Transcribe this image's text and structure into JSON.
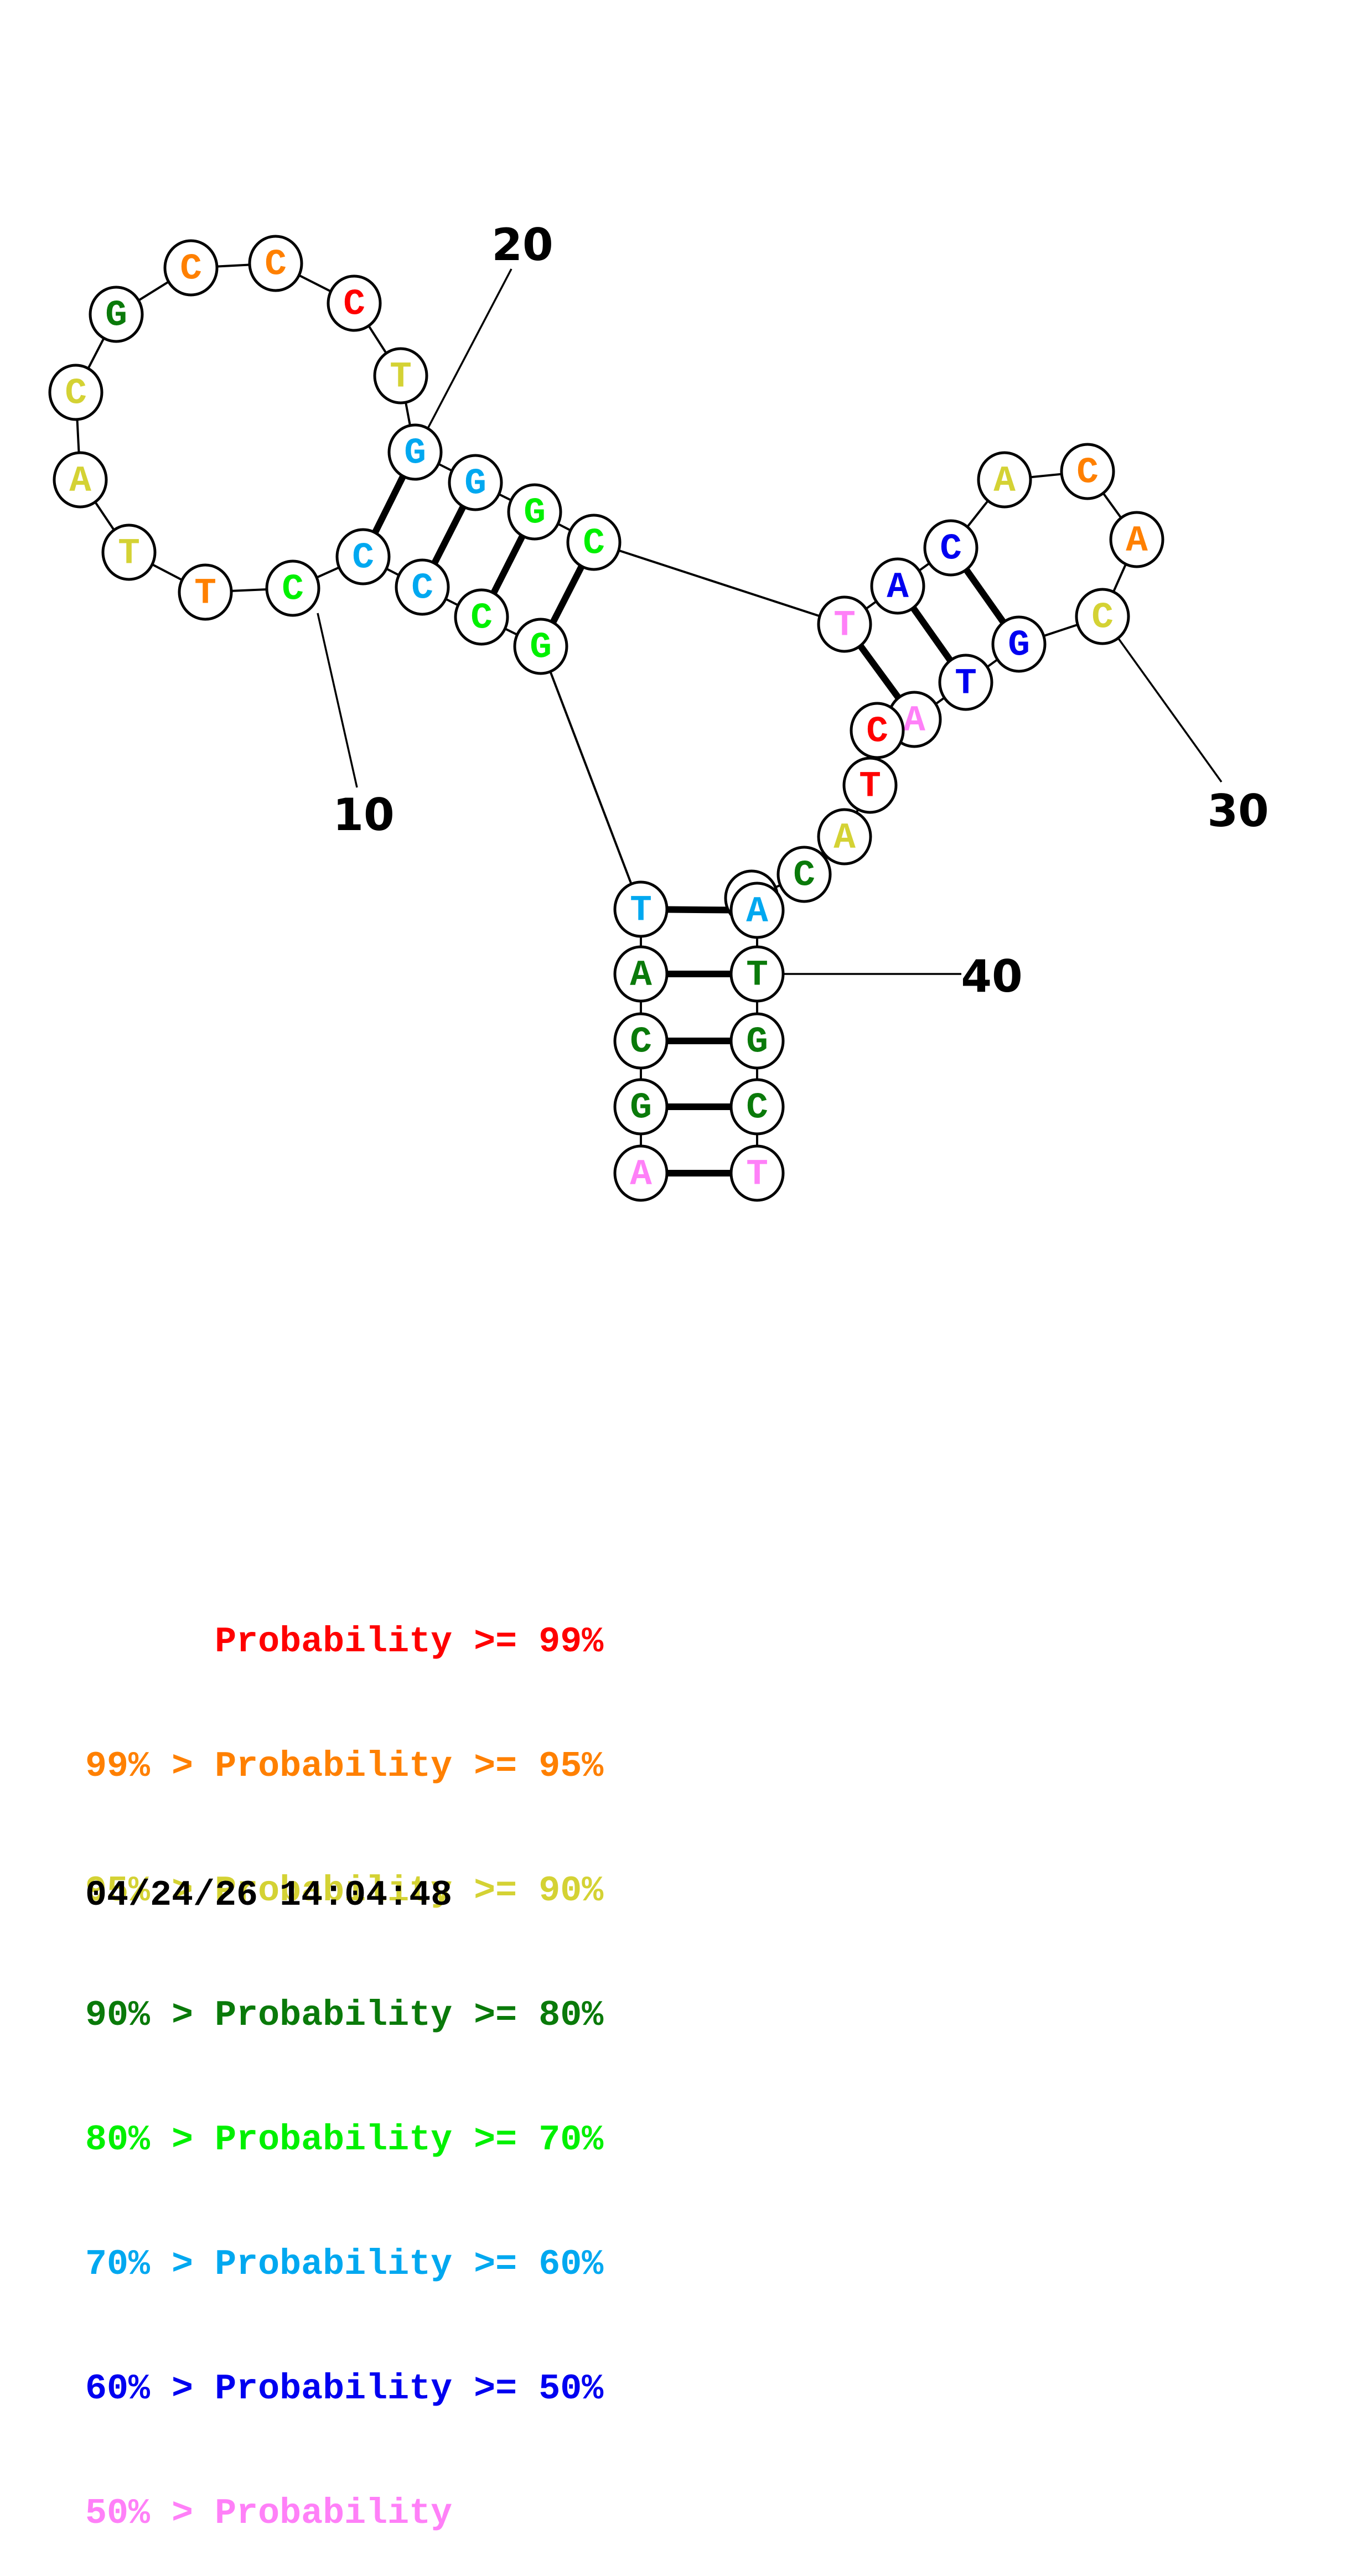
{
  "diagram": {
    "type": "rna-secondary-structure",
    "sequence_length": 43,
    "nucleotides": [
      {
        "index": 1,
        "base": "A",
        "prob_class": "lt50"
      },
      {
        "index": 2,
        "base": "G",
        "prob_class": "p80"
      },
      {
        "index": 3,
        "base": "C",
        "prob_class": "p80"
      },
      {
        "index": 4,
        "base": "A",
        "prob_class": "p80"
      },
      {
        "index": 5,
        "base": "T",
        "prob_class": "p60"
      },
      {
        "index": 6,
        "base": "G",
        "prob_class": "p70"
      },
      {
        "index": 7,
        "base": "C",
        "prob_class": "p70"
      },
      {
        "index": 8,
        "base": "C",
        "prob_class": "p60"
      },
      {
        "index": 9,
        "base": "C",
        "prob_class": "p60"
      },
      {
        "index": 10,
        "base": "C",
        "prob_class": "p70"
      },
      {
        "index": 11,
        "base": "T",
        "prob_class": "p95"
      },
      {
        "index": 12,
        "base": "T",
        "prob_class": "p90"
      },
      {
        "index": 13,
        "base": "A",
        "prob_class": "p90"
      },
      {
        "index": 14,
        "base": "C",
        "prob_class": "p90"
      },
      {
        "index": 15,
        "base": "G",
        "prob_class": "p80"
      },
      {
        "index": 16,
        "base": "C",
        "prob_class": "p95"
      },
      {
        "index": 17,
        "base": "C",
        "prob_class": "p95"
      },
      {
        "index": 18,
        "base": "C",
        "prob_class": "p99"
      },
      {
        "index": 19,
        "base": "T",
        "prob_class": "p90"
      },
      {
        "index": 20,
        "base": "G",
        "prob_class": "p60"
      },
      {
        "index": 21,
        "base": "G",
        "prob_class": "p60"
      },
      {
        "index": 22,
        "base": "G",
        "prob_class": "p70"
      },
      {
        "index": 23,
        "base": "C",
        "prob_class": "p70"
      },
      {
        "index": 24,
        "base": "T",
        "prob_class": "lt50"
      },
      {
        "index": 25,
        "base": "A",
        "prob_class": "p50"
      },
      {
        "index": 26,
        "base": "C",
        "prob_class": "p50"
      },
      {
        "index": 27,
        "base": "A",
        "prob_class": "p90"
      },
      {
        "index": 28,
        "base": "C",
        "prob_class": "p95"
      },
      {
        "index": 29,
        "base": "A",
        "prob_class": "p95"
      },
      {
        "index": 30,
        "base": "C",
        "prob_class": "p90"
      },
      {
        "index": 31,
        "base": "G",
        "prob_class": "p50"
      },
      {
        "index": 32,
        "base": "T",
        "prob_class": "p50"
      },
      {
        "index": 33,
        "base": "A",
        "prob_class": "lt50"
      },
      {
        "index": 34,
        "base": "C",
        "prob_class": "p99"
      },
      {
        "index": 35,
        "base": "T",
        "prob_class": "p99"
      },
      {
        "index": 36,
        "base": "A",
        "prob_class": "p90"
      },
      {
        "index": 37,
        "base": "C",
        "prob_class": "p80"
      },
      {
        "index": 38,
        "base": "",
        "prob_class": "none"
      },
      {
        "index": 39,
        "base": "A",
        "prob_class": "p60"
      },
      {
        "index": 40,
        "base": "T",
        "prob_class": "p80"
      },
      {
        "index": 41,
        "base": "G",
        "prob_class": "p80"
      },
      {
        "index": 42,
        "base": "C",
        "prob_class": "p80"
      },
      {
        "index": 43,
        "base": "T",
        "prob_class": "lt50"
      }
    ],
    "base_pairs": [
      [
        1,
        43
      ],
      [
        2,
        42
      ],
      [
        3,
        41
      ],
      [
        4,
        40
      ],
      [
        5,
        39
      ],
      [
        6,
        23
      ],
      [
        7,
        22
      ],
      [
        8,
        21
      ],
      [
        9,
        20
      ],
      [
        24,
        33
      ],
      [
        25,
        32
      ],
      [
        26,
        31
      ]
    ],
    "position_labels": [
      {
        "index": 10,
        "text": "10"
      },
      {
        "index": 20,
        "text": "20"
      },
      {
        "index": 30,
        "text": "30"
      },
      {
        "index": 40,
        "text": "40"
      }
    ]
  },
  "colors": {
    "p99": "#ff0000",
    "p95": "#ff8000",
    "p90": "#d4d234",
    "p80": "#0a7a0a",
    "p70": "#00f000",
    "p60": "#00a8f0",
    "p50": "#0000f0",
    "lt50": "#ff80f8",
    "none": "#000000"
  },
  "legend": [
    {
      "prefix": "    ",
      "gt": "   ",
      "label": "Probability",
      "ge": ">=",
      "value": "99%",
      "class": "p99"
    },
    {
      "prefix": "99%",
      "gt": " > ",
      "label": "Probability",
      "ge": ">=",
      "value": "95%",
      "class": "p95"
    },
    {
      "prefix": "95%",
      "gt": " > ",
      "label": "Probability",
      "ge": ">=",
      "value": "90%",
      "class": "p90"
    },
    {
      "prefix": "90%",
      "gt": " > ",
      "label": "Probability",
      "ge": ">=",
      "value": "80%",
      "class": "p80"
    },
    {
      "prefix": "80%",
      "gt": " > ",
      "label": "Probability",
      "ge": ">=",
      "value": "70%",
      "class": "p70"
    },
    {
      "prefix": "70%",
      "gt": " > ",
      "label": "Probability",
      "ge": ">=",
      "value": "60%",
      "class": "p60"
    },
    {
      "prefix": "60%",
      "gt": " > ",
      "label": "Probability",
      "ge": ">=",
      "value": "50%",
      "class": "p50"
    },
    {
      "prefix": "50%",
      "gt": " > ",
      "label": "Probability",
      "ge": "",
      "value": "",
      "class": "lt50"
    }
  ],
  "timestamp": "04/24/26 14:04:48"
}
